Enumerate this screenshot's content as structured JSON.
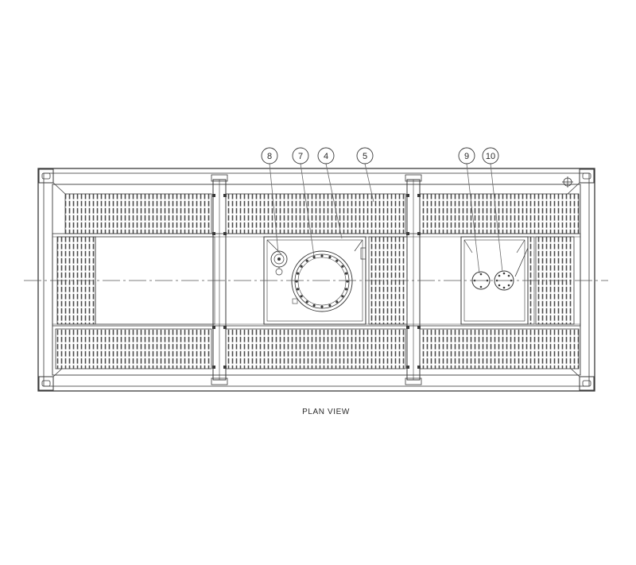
{
  "drawing": {
    "view_title": "PLAN VIEW",
    "balloons": [
      {
        "id": "balloon-8",
        "label": "8"
      },
      {
        "id": "balloon-7",
        "label": "7"
      },
      {
        "id": "balloon-4",
        "label": "4"
      },
      {
        "id": "balloon-5",
        "label": "5"
      },
      {
        "id": "balloon-9",
        "label": "9"
      },
      {
        "id": "balloon-10",
        "label": "10"
      }
    ],
    "colors": {
      "line": "#3a3a3a",
      "background": "#ffffff"
    },
    "grating_panels": 10
  }
}
